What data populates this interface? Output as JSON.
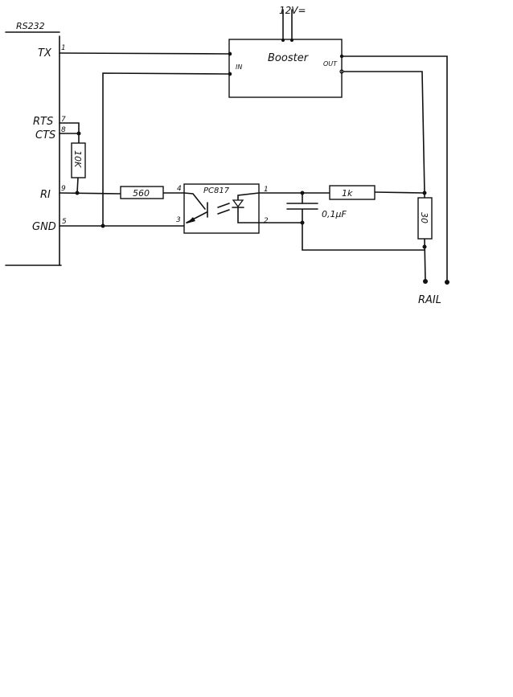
{
  "connector": {
    "title": "RS232",
    "signals": [
      {
        "label": "TX",
        "pin": "1"
      },
      {
        "label": "RTS",
        "pin": "7"
      },
      {
        "label": "CTS",
        "pin": "8"
      },
      {
        "label": "RI",
        "pin": "9"
      },
      {
        "label": "GND",
        "pin": "5"
      }
    ]
  },
  "booster": {
    "label": "Booster",
    "in_label": "IN",
    "out_label": "OUT",
    "supply": "12V="
  },
  "optocoupler": {
    "label": "PC817",
    "pins": [
      "4",
      "3",
      "1",
      "2"
    ]
  },
  "components": {
    "r_pullup": "10K",
    "r_base": "560",
    "r_series": "1k",
    "capacitor": "0,1µF",
    "r_shunt": "30"
  },
  "output": {
    "label": "RAIL"
  }
}
